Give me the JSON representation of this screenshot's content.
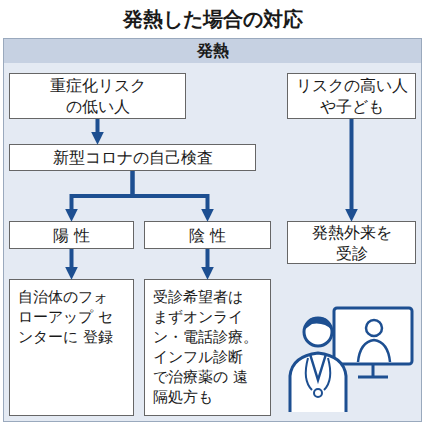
{
  "diagram": {
    "title": "発熱した場合の対応",
    "nodes": [
      {
        "text": [
          "発熱"
        ]
      },
      {
        "text": [
          "重症化リスク の低い人"
        ],
        "in": 0
      },
      {
        "text": [
          "リスクの高い人 や子ども"
        ],
        "in": 0
      },
      {
        "text": [
          "新型コロナの自己検査"
        ],
        "in": 0
      },
      {
        "text": [
          "陽 性"
        ],
        "in": 0
      },
      {
        "text": [
          "陰 性"
        ],
        "in": 0
      },
      {
        "text": [
          "発熱外来を 受診"
        ],
        "in": 0
      },
      {
        "text": [
          "自治体のフォ ローアップ センターに 登録"
        ],
        "in": 0
      },
      {
        "text": [
          "受診希望者は まずオンライ ン・電話診療。 インフル診断 で治療薬の 遠隔処方も"
        ],
        "in": 0
      }
    ],
    "edges": [
      {
        "from": 1,
        "to": 3,
        "arrow": "to"
      },
      {
        "from": 3,
        "to": 4,
        "arrow": "to"
      },
      {
        "from": 3,
        "to": 5,
        "arrow": "to"
      },
      {
        "from": 2,
        "to": 6,
        "arrow": "to"
      },
      {
        "from": 4,
        "to": 7,
        "arrow": "to"
      },
      {
        "from": 5,
        "to": 8,
        "arrow": "to"
      }
    ]
  }
}
